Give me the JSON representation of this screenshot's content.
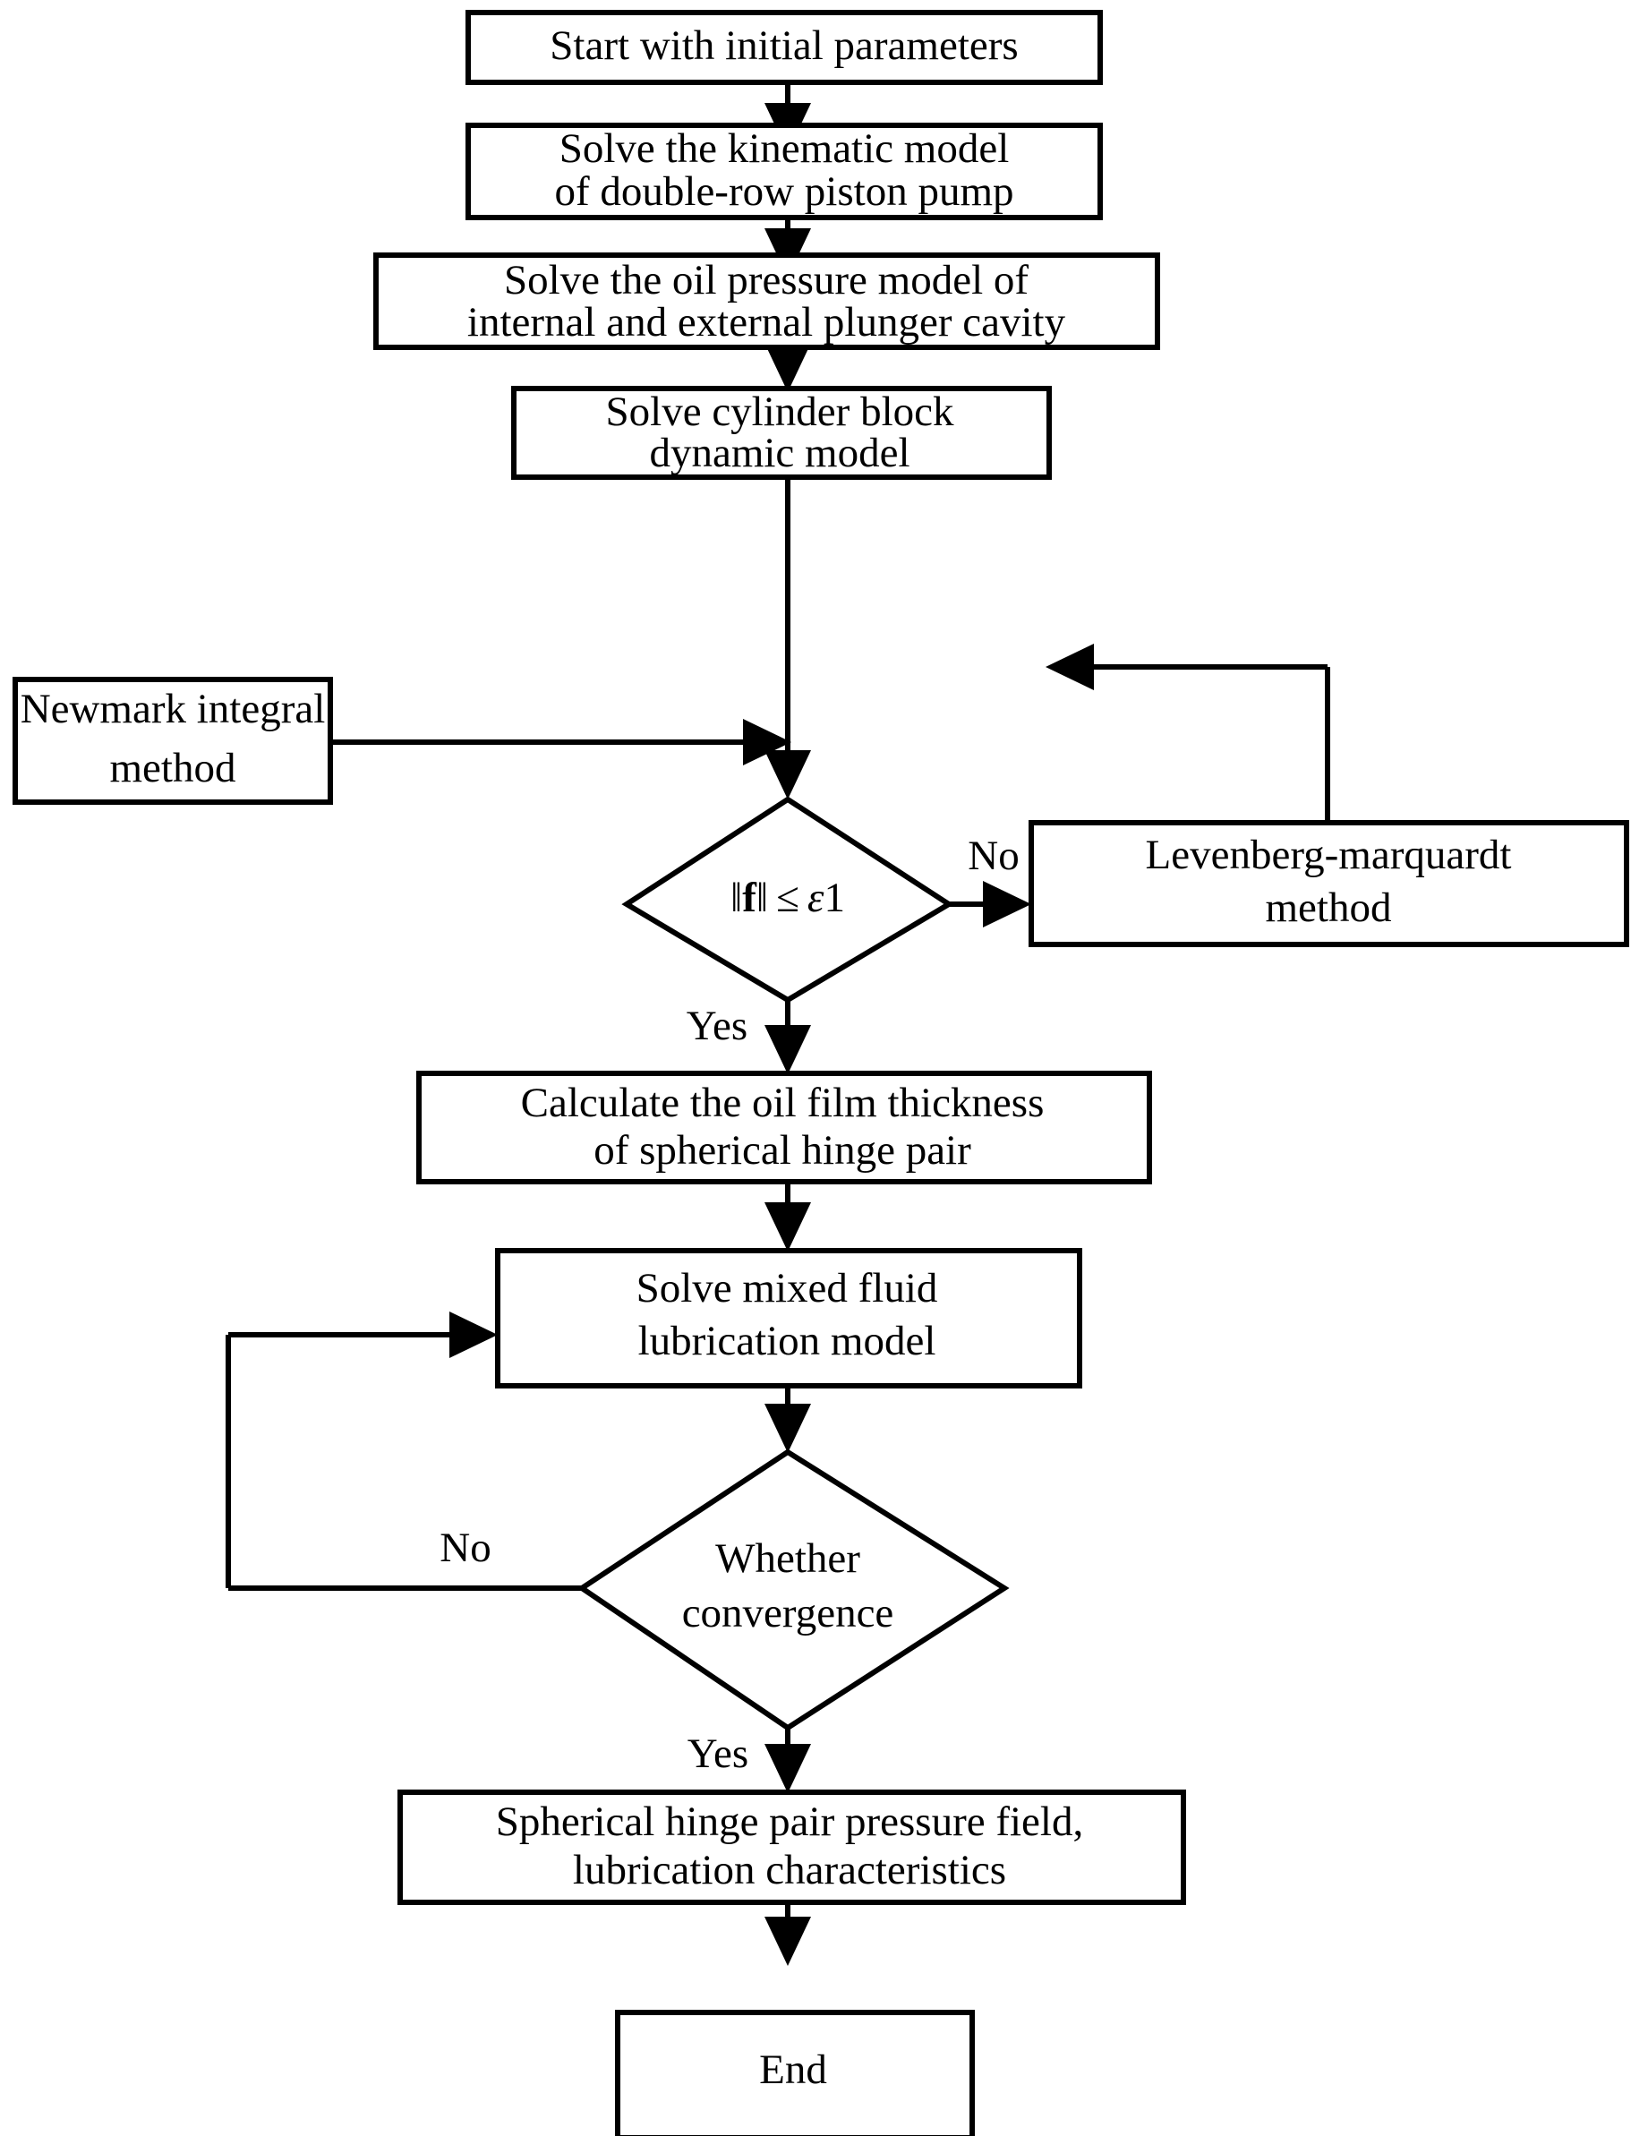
{
  "diagram": {
    "type": "flowchart",
    "title": "Spherical hinge pair lubrication solution flowchart",
    "orientation": "top-to-bottom",
    "background_color": "#ffffff",
    "line_color": "#000000",
    "fill_color": "#ffffff"
  },
  "nodes": [
    {
      "id": "start",
      "shape": "rectangle",
      "lines": [
        "Start with initial parameters"
      ]
    },
    {
      "id": "kinematic",
      "shape": "rectangle",
      "lines": [
        "Solve the kinematic model",
        "of double-row piston pump"
      ]
    },
    {
      "id": "oil-pressure",
      "shape": "rectangle",
      "lines": [
        "Solve the oil pressure model of",
        "internal and external plunger cavity"
      ]
    },
    {
      "id": "cylinder-block",
      "shape": "rectangle",
      "lines": [
        "Solve cylinder block",
        "dynamic model"
      ]
    },
    {
      "id": "newmark",
      "shape": "rectangle",
      "lines": [
        "Newmark integral",
        "method"
      ]
    },
    {
      "id": "residual-check",
      "shape": "diamond",
      "lines": [
        "‖f‖ ≤ ε1"
      ],
      "math": {
        "norm_open": "‖",
        "vector": "f",
        "norm_close": "‖",
        "operator": "≤",
        "epsilon": "ε",
        "index": "1"
      }
    },
    {
      "id": "levenberg",
      "shape": "rectangle",
      "lines": [
        "Levenberg-marquardt",
        "method"
      ]
    },
    {
      "id": "oil-film",
      "shape": "rectangle",
      "lines": [
        "Calculate the oil film thickness",
        "of spherical hinge pair"
      ]
    },
    {
      "id": "mixed-lubrication",
      "shape": "rectangle",
      "lines": [
        "Solve mixed fluid",
        "lubrication model"
      ]
    },
    {
      "id": "convergence-check",
      "shape": "diamond",
      "lines": [
        "Whether",
        "convergence"
      ]
    },
    {
      "id": "results",
      "shape": "rectangle",
      "lines": [
        "Spherical hinge pair pressure field,",
        "lubrication characteristics"
      ]
    },
    {
      "id": "end",
      "shape": "rectangle",
      "lines": [
        "End"
      ]
    }
  ],
  "edge_labels": {
    "residual_no": "No",
    "residual_yes": "Yes",
    "convergence_no": "No",
    "convergence_yes": "Yes"
  }
}
